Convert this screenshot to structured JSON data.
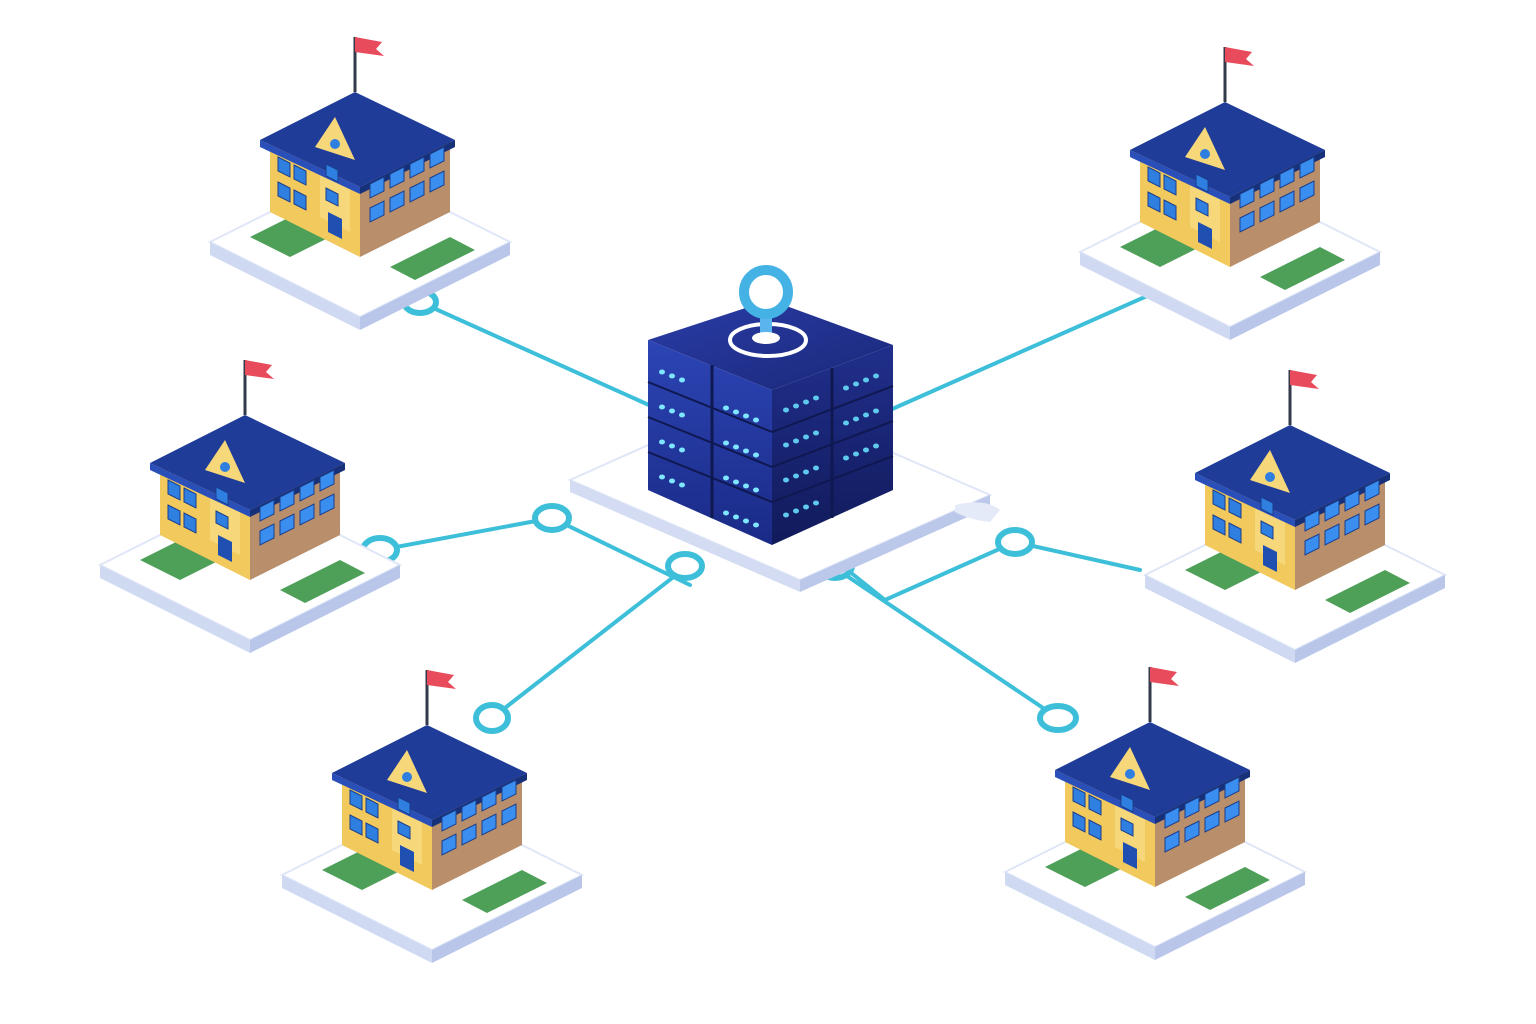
{
  "diagram": {
    "hub": {
      "icon": "server-rack-icon",
      "marker": "location-pin-icon"
    },
    "nodes": [
      {
        "id": "school-top-left",
        "icon": "school-building-icon"
      },
      {
        "id": "school-top-right",
        "icon": "school-building-icon"
      },
      {
        "id": "school-mid-left",
        "icon": "school-building-icon"
      },
      {
        "id": "school-mid-right",
        "icon": "school-building-icon"
      },
      {
        "id": "school-bottom-left",
        "icon": "school-building-icon"
      },
      {
        "id": "school-bottom-right",
        "icon": "school-building-icon"
      }
    ],
    "edges": [
      {
        "from": "hub",
        "to": "school-top-left"
      },
      {
        "from": "hub",
        "to": "school-top-right"
      },
      {
        "from": "hub",
        "to": "school-mid-left"
      },
      {
        "from": "hub",
        "to": "school-mid-right"
      },
      {
        "from": "hub",
        "to": "school-bottom-left"
      },
      {
        "from": "hub",
        "to": "school-bottom-right"
      }
    ]
  },
  "colors": {
    "connector": "#3dbfd9",
    "server_dark": "#1b2a80",
    "server_light": "#3a4fc0",
    "led": "#7fe6ff",
    "roof": "#1f3c98",
    "wall": "#f2c95c",
    "wall_side": "#b98f6b",
    "window": "#2f7fe0",
    "flag": "#e84b5b",
    "grass": "#4e9f58",
    "base": "#eef2fb"
  }
}
